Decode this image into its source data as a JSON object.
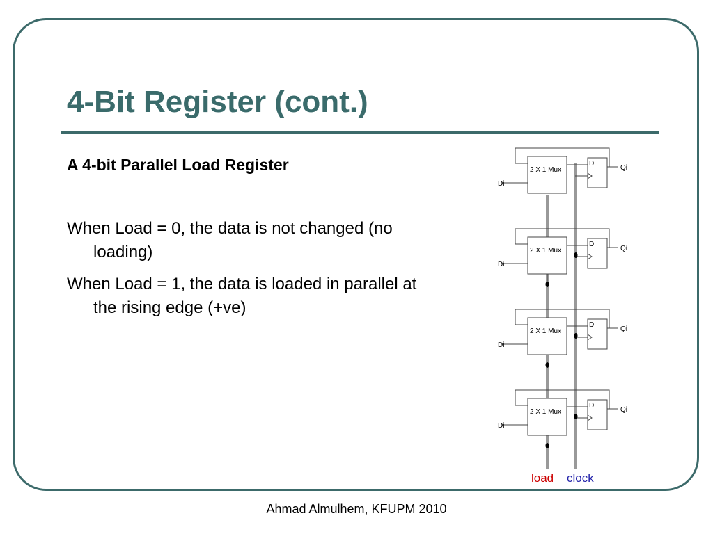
{
  "slide": {
    "title": "4-Bit Register (cont.)",
    "subtitle": "A 4-bit Parallel Load Register",
    "bullets": [
      "When Load = 0, the data is not changed (no loading)",
      "When Load = 1, the data is loaded in parallel at the rising edge (+ve)"
    ],
    "footer": "Ahmad Almulhem, KFUPM 2010"
  },
  "diagram": {
    "stages": [
      {
        "mux_label": "2 X 1 Mux",
        "ff_label": "D",
        "input_label": "Di",
        "output_label": "Qi"
      },
      {
        "mux_label": "2 X 1 Mux",
        "ff_label": "D",
        "input_label": "Di",
        "output_label": "Qi"
      },
      {
        "mux_label": "2 X 1 Mux",
        "ff_label": "D",
        "input_label": "Di",
        "output_label": "Qi"
      },
      {
        "mux_label": "2 X 1 Mux",
        "ff_label": "D",
        "input_label": "Di",
        "output_label": "Qi"
      }
    ],
    "load_label": "load",
    "clock_label": "clock",
    "colors": {
      "load": "#cc0000",
      "clock": "#2222aa",
      "wire": "#444444",
      "bus": "#999999",
      "frame": "#3c6a6a",
      "title": "#3a6b6b"
    }
  }
}
